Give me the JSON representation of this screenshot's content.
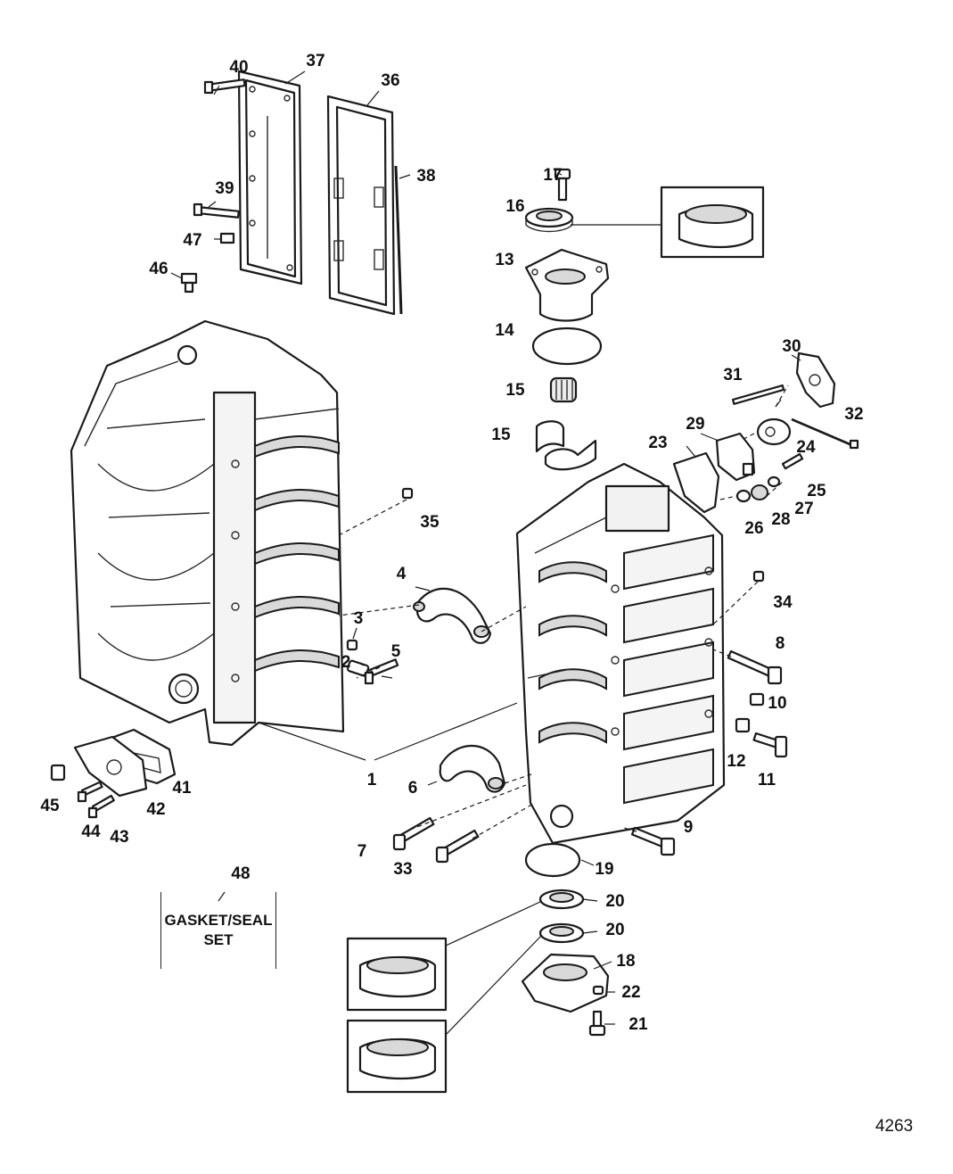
{
  "figure_number": "4263",
  "kit_label": {
    "callout": "48",
    "line1": "GASKET/SEAL",
    "line2": "SET"
  },
  "callouts": [
    "1",
    "2",
    "3",
    "4",
    "5",
    "6",
    "7",
    "8",
    "9",
    "10",
    "11",
    "12",
    "13",
    "14",
    "15",
    "15",
    "16",
    "17",
    "18",
    "19",
    "20",
    "20",
    "21",
    "22",
    "23",
    "24",
    "25",
    "26",
    "27",
    "28",
    "29",
    "30",
    "31",
    "32",
    "33",
    "34",
    "35",
    "36",
    "37",
    "38",
    "39",
    "40",
    "41",
    "42",
    "43",
    "44",
    "45",
    "46",
    "47"
  ]
}
